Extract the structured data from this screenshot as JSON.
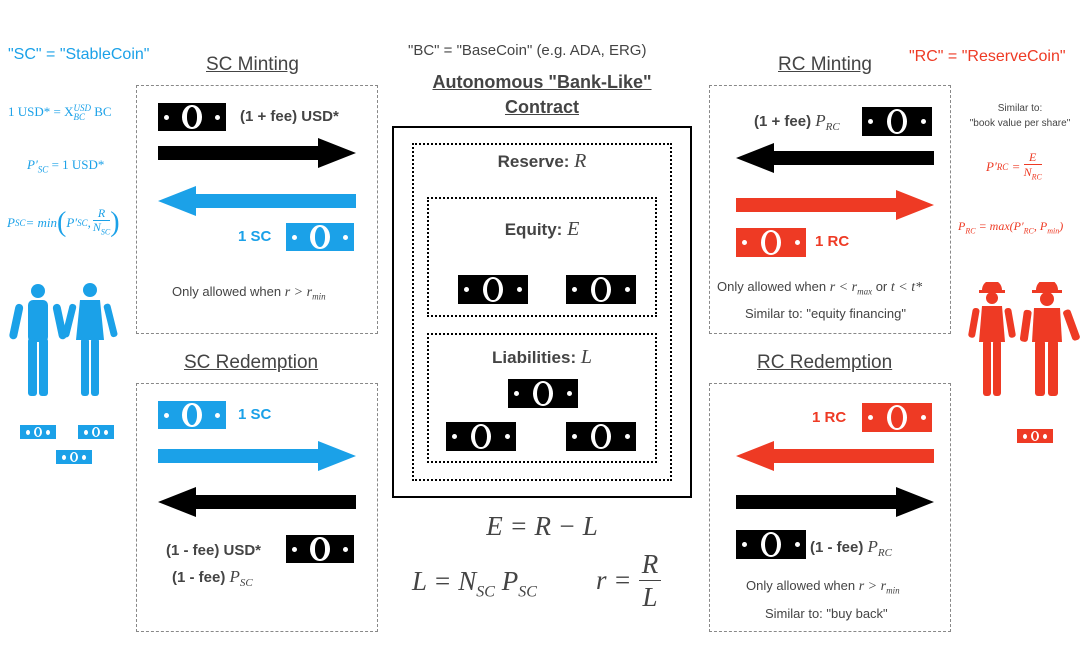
{
  "colors": {
    "stable": "#1ba1e8",
    "reserve": "#ee3a24",
    "base": "#000000",
    "text": "#444444"
  },
  "header": {
    "sc_def": "\"SC\" = \"StableCoin\"",
    "rc_def": "\"RC\" = \"ReserveCoin\"",
    "bc_def": "\"BC\" = \"BaseCoin\" (e.g. ADA, ERG)"
  },
  "center": {
    "title_line1": "Autonomous \"Bank-Like\"",
    "title_line2": "Contract",
    "reserve": {
      "label": "Reserve:",
      "symbol": "R"
    },
    "equity": {
      "label": "Equity:",
      "symbol": "E"
    },
    "liabilities": {
      "label": "Liabilities:",
      "symbol": "L"
    },
    "eq1": "E = R − L",
    "eq2": "L = N",
    "eq2_sub1": "SC",
    "eq2_mid": " P",
    "eq2_sub2": "SC",
    "eq3_lhs": "r =",
    "eq3_num": "R",
    "eq3_den": "L"
  },
  "left_formulas": {
    "f1_a": "1 USD* = X",
    "f1_sup": "USD",
    "f1_sub": "BC",
    "f1_b": " BC",
    "f2_a": "P′",
    "f2_sub": "SC",
    "f2_b": " = 1 USD*",
    "f3_a": "P",
    "f3_sub": "SC",
    "f3_b": " = min",
    "f3_c": "P′",
    "f3_csub": "SC",
    "f3_num": "R",
    "f3_den": "N",
    "f3_densub": "SC"
  },
  "right_formulas": {
    "similar_line1": "Similar to:",
    "similar_line2": "\"book value per share\"",
    "f1_a": "P′",
    "f1_sub": "RC",
    "f1_num": "E",
    "f1_den": "N",
    "f1_densub": "RC",
    "f2_a": "P",
    "f2_sub": "RC",
    "f2_b": " = max(P′",
    "f2_bsub": "RC",
    "f2_c": ", P",
    "f2_csub": "min",
    "f2_d": ")"
  },
  "sc_minting": {
    "title": "SC Minting",
    "pay_label": "(1 + fee) USD*",
    "receive_label": "1 SC",
    "condition_a": "Only allowed when ",
    "condition_r": "r > r",
    "condition_sub": "min"
  },
  "sc_redemption": {
    "title": "SC Redemption",
    "give_label": "1 SC",
    "receive_line1": "(1 - fee) USD*",
    "receive_line2_a": "(1 - fee) ",
    "receive_line2_p": "P",
    "receive_line2_sub": "SC"
  },
  "rc_minting": {
    "title": "RC Minting",
    "pay_label_a": "(1 + fee) ",
    "pay_label_p": "P",
    "pay_label_sub": "RC",
    "receive_label": "1 RC",
    "condition_a": "Only allowed when ",
    "condition_r": "r < r",
    "condition_sub": "max",
    "condition_or": " or ",
    "condition_t": "t < t*",
    "similar": "Similar to: \"equity financing\""
  },
  "rc_redemption": {
    "title": "RC Redemption",
    "give_label": "1 RC",
    "receive_a": "(1 - fee) ",
    "receive_p": "P",
    "receive_sub": "RC",
    "condition_a": "Only allowed when ",
    "condition_r": "r > r",
    "condition_sub": "min",
    "similar": "Similar to: \"buy back\""
  }
}
